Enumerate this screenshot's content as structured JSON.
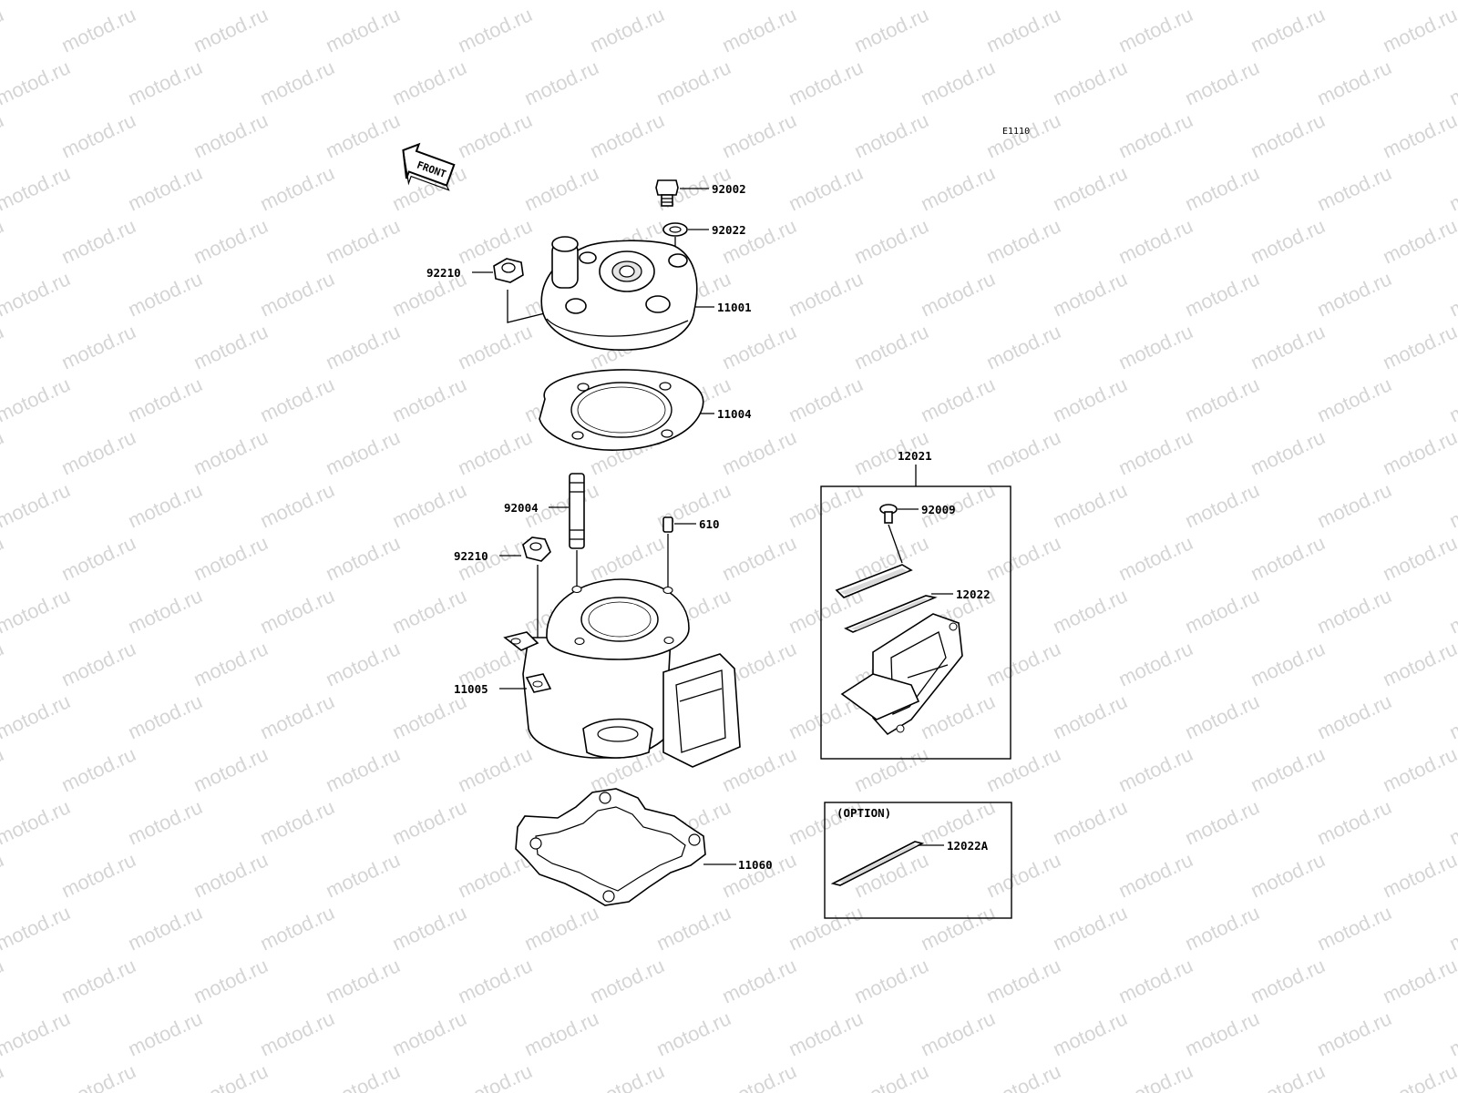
{
  "diagram_code": "E1110",
  "front_marker": "FRONT",
  "watermark": "motod.ru",
  "parts": {
    "bolt_top": "92002",
    "washer_top": "92022",
    "nut_head": "92210",
    "cylinder_head": "11001",
    "head_gasket": "11004",
    "reed_valve_assy": "12021",
    "stud": "92004",
    "dowel_pin": "610",
    "nut_cylinder": "92210",
    "reed_screw": "92009",
    "reed": "12022",
    "cylinder": "11005",
    "base_gasket": "11060",
    "option_reed": "12022A"
  },
  "option_box_title": "(OPTION)",
  "colors": {
    "watermark": "#c8c8c8",
    "line": "#000000",
    "background": "#ffffff"
  }
}
